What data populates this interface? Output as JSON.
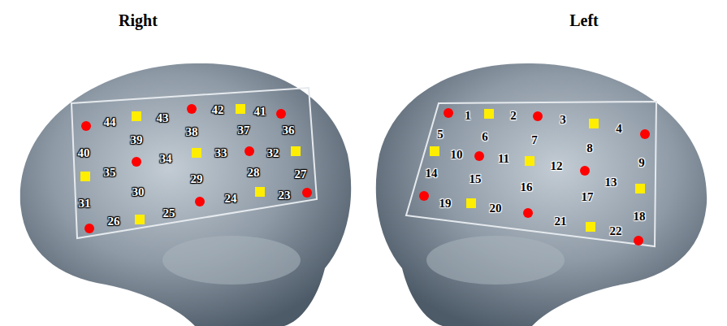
{
  "diagram": {
    "labels": [
      "Right",
      "Left",
      "1",
      "2",
      "3",
      "4",
      "5",
      "6",
      "7",
      "8",
      "9",
      "10",
      "11",
      "12",
      "13",
      "14",
      "15",
      "16",
      "17",
      "18",
      "19",
      "20",
      "21",
      "22",
      "23",
      "24",
      "25",
      "26",
      "27",
      "28",
      "29",
      "30",
      "31",
      "32",
      "33",
      "34",
      "35",
      "36",
      "37",
      "38",
      "39",
      "40",
      "41",
      "42",
      "43",
      "44"
    ]
  }
}
